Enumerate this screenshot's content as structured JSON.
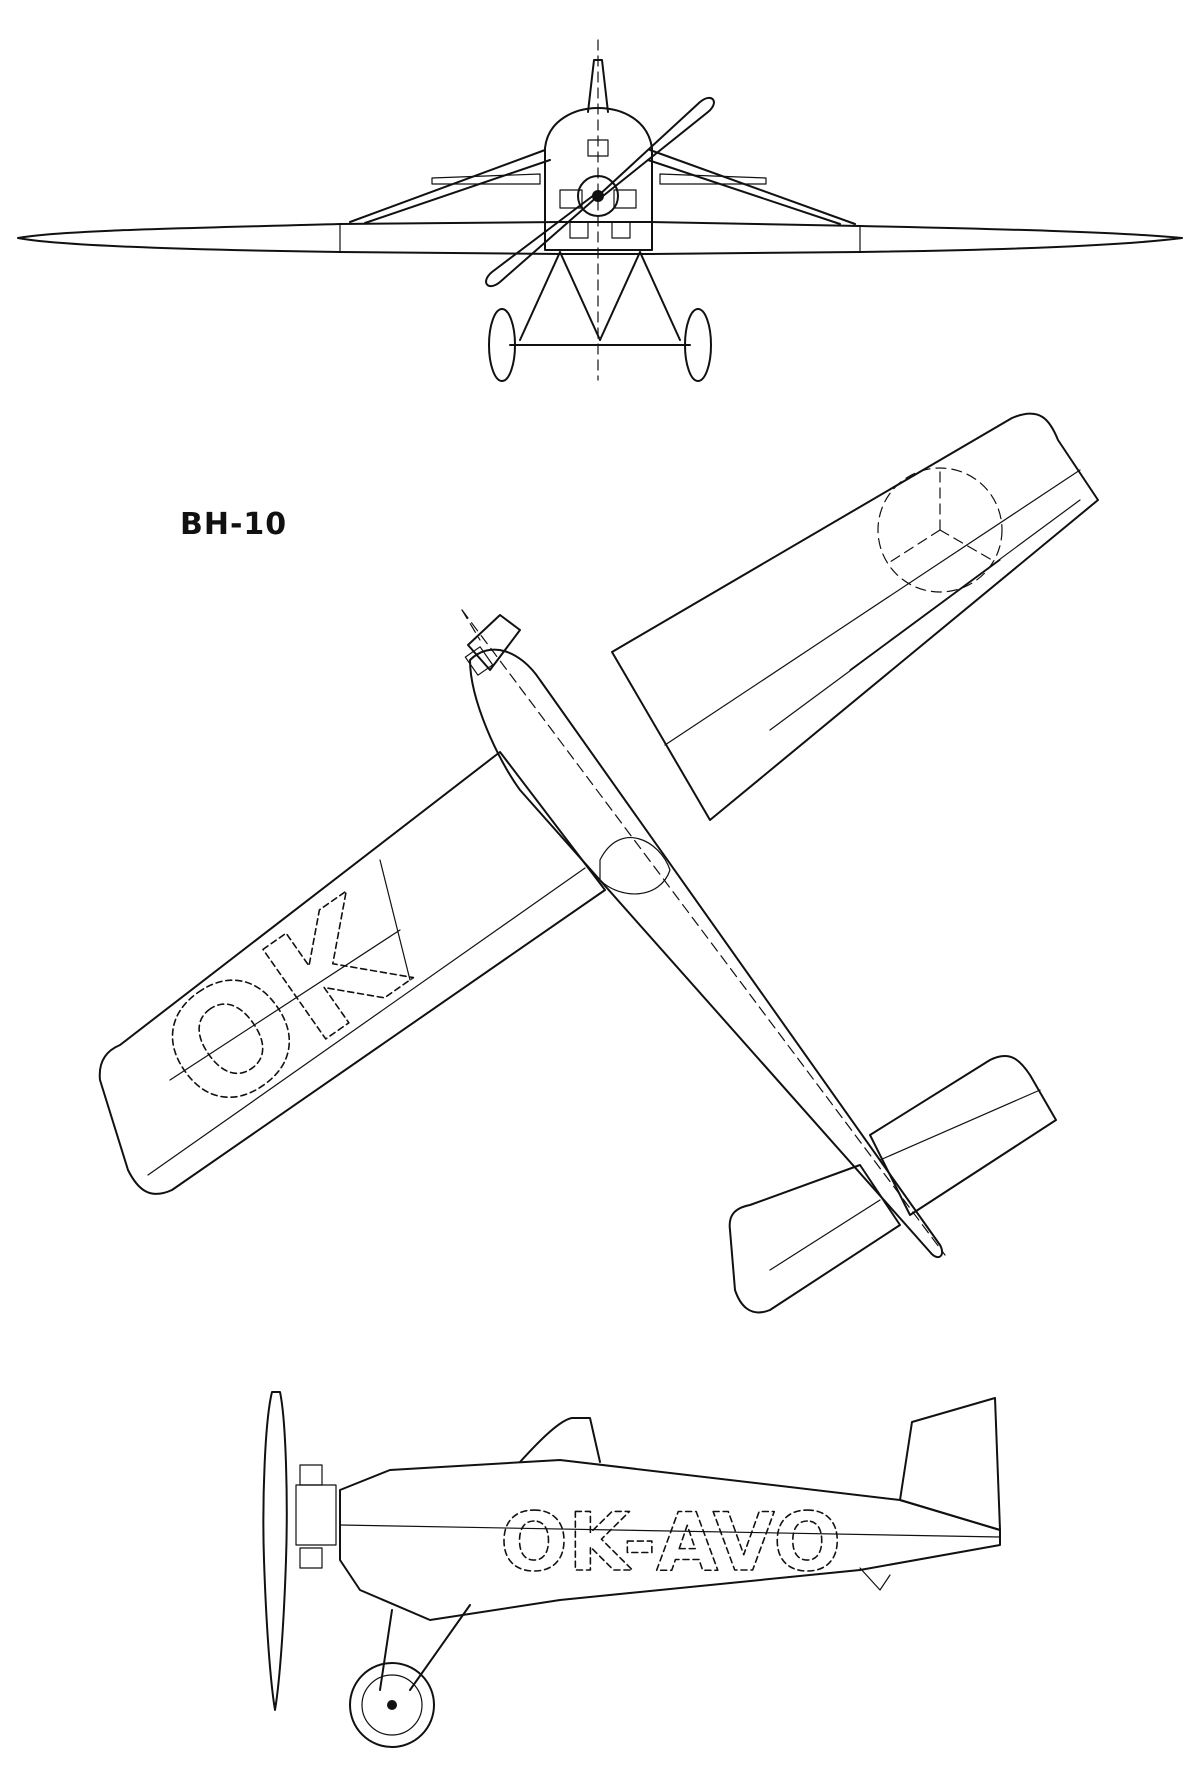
{
  "title": "BH-10",
  "markings": {
    "wing_registration": "OK",
    "side_registration": "OK-AVO"
  }
}
